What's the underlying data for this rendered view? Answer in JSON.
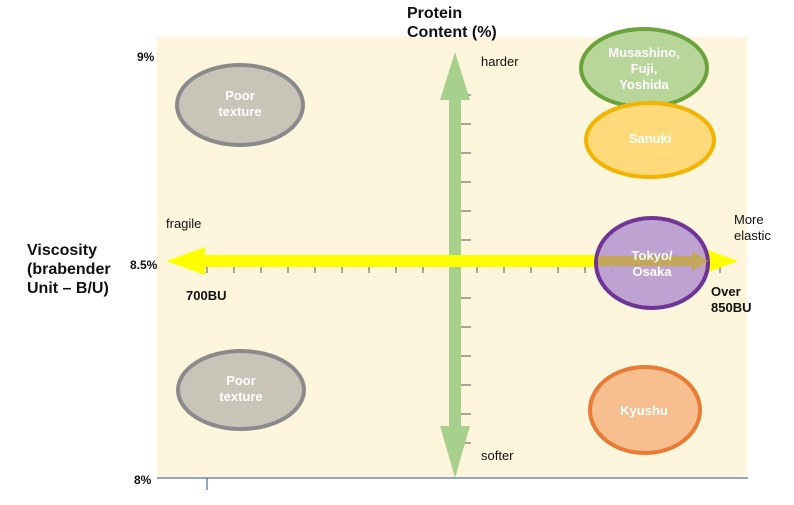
{
  "axes": {
    "y_title": "Protein\nContent (%)",
    "x_title": "Viscosity\n(brabender\nUnit – B/U)",
    "y_top_label": "9%",
    "y_mid_label": "8.5%",
    "y_bottom_label": "8%",
    "up_label": "harder",
    "down_label": "softer",
    "left_label": "fragile",
    "right_label": "More\nelastic",
    "x_left_value": "700BU",
    "x_right_value": "Over\n850BU"
  },
  "regions": [
    {
      "id": "poor-top",
      "label": "Poor\ntexture",
      "fill": "#c9c4b8",
      "stroke": "#8a8a8a"
    },
    {
      "id": "poor-bottom",
      "label": "Poor\ntexture",
      "fill": "#c9c4b8",
      "stroke": "#8a8a8a"
    },
    {
      "id": "musashino",
      "label": "Musashino,\nFuji,\nYoshida",
      "fill": "#b8d69a",
      "stroke": "#6aa23c"
    },
    {
      "id": "sanuki",
      "label": "Sanuki",
      "fill": "#ffd97a",
      "stroke": "#f2b400"
    },
    {
      "id": "tokyo",
      "label": "Tokyo/\nOsaka",
      "fill": "#b99ad0",
      "stroke": "#6f3596"
    },
    {
      "id": "kyushu",
      "label": "Kyushu",
      "fill": "#f7bf8f",
      "stroke": "#ea7a35"
    }
  ],
  "colors": {
    "background": "#fdf6dd",
    "vertical_arrow": "#a8d08d",
    "horizontal_arrow": "#ffff00",
    "axis_line": "#2e4a8a",
    "right_arrow": "#c6a84a"
  }
}
